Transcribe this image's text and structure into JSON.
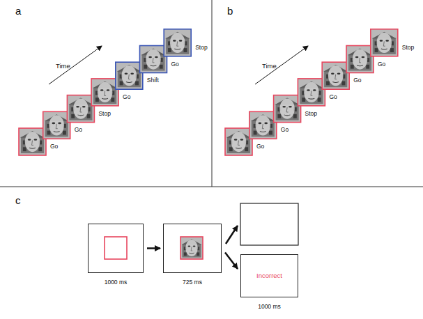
{
  "diagram": {
    "nodes": [
      {
        "text": [
          "1000 ms"
        ]
      },
      {
        "text": [
          "725 ms"
        ]
      },
      {
        "text": [
          "Incorrect",
          "1000 ms"
        ]
      }
    ],
    "edges": [
      {
        "from": 0,
        "to": 1,
        "arrow": "to"
      },
      {
        "from": 1,
        "to": 2,
        "arrow": "to"
      }
    ],
    "labels": [
      "a",
      "Time",
      "Go",
      "Go",
      "Stop",
      "Go",
      "Shift",
      "Go",
      "Stop",
      "b",
      "Time",
      "Go",
      "Go",
      "Stop",
      "Go",
      "Go",
      "Go",
      "Stop",
      "c"
    ]
  }
}
